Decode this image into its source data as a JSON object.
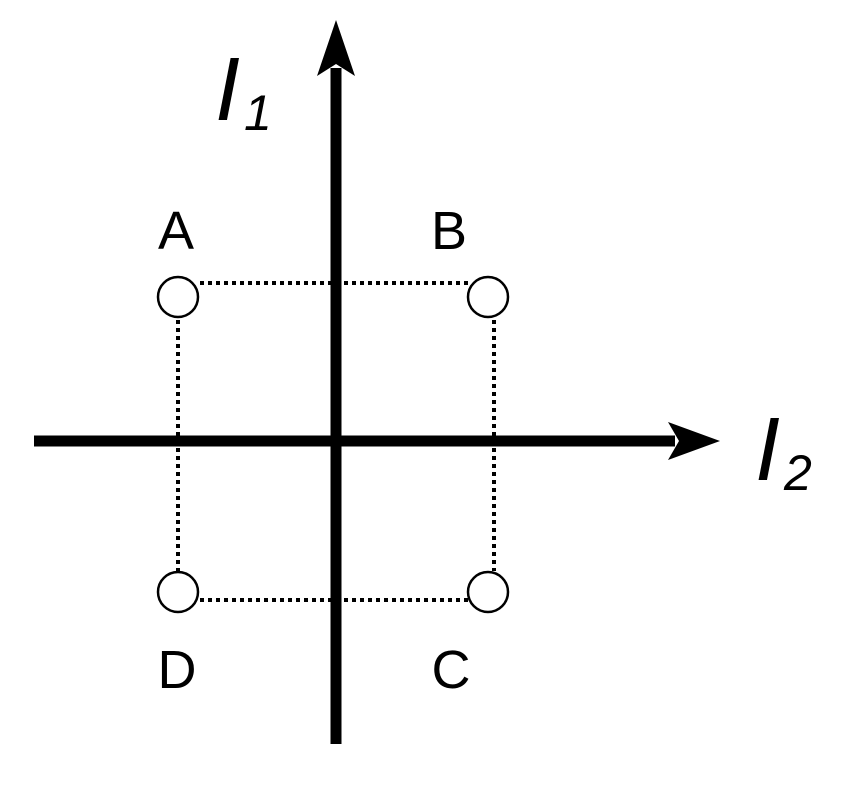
{
  "axes": {
    "vertical": {
      "symbol": "I",
      "subscript": "1"
    },
    "horizontal": {
      "symbol": "I",
      "subscript": "2"
    }
  },
  "points": [
    {
      "id": "A",
      "label": "A"
    },
    {
      "id": "B",
      "label": "B"
    },
    {
      "id": "C",
      "label": "C"
    },
    {
      "id": "D",
      "label": "D"
    }
  ],
  "colors": {
    "stroke": "#000000",
    "background": "#ffffff"
  }
}
